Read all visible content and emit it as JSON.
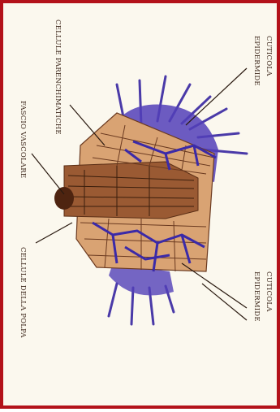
{
  "figure": {
    "labels": {
      "epidermis_right": "EPIDERMIDE",
      "epidermis_right_2": "CUTICOLA",
      "epidermis_left": "EPIDERMIDE",
      "epidermis_left_2": "CUTICOLA",
      "vascular_bundle": "FASCIO VASCOLARE",
      "parenchyma_cells": "CELLULE PARENCHIMATICHE",
      "pulp_cells": "CELLULE DELLA POLPA"
    },
    "colors": {
      "border": "#b3121a",
      "flesh": "#d9a373",
      "flesh_dark": "#9a5a33",
      "vessels": "#3b2aa8",
      "background": "#fbf8ee"
    }
  }
}
